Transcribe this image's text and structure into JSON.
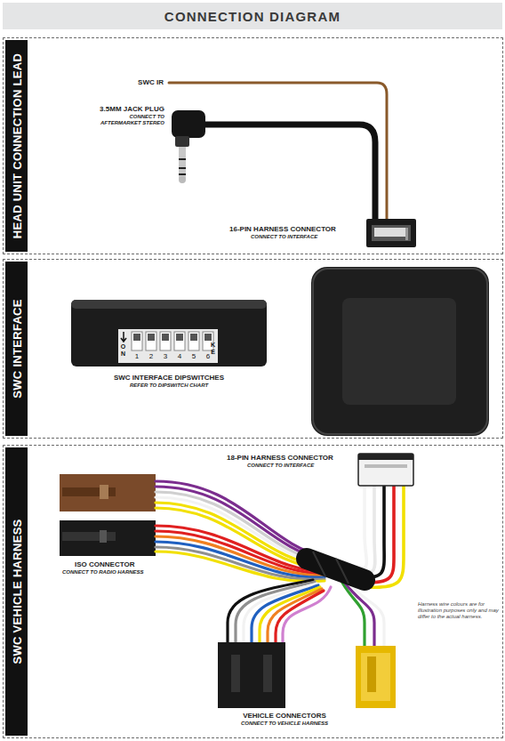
{
  "diagram": {
    "title": "CONNECTION DIAGRAM",
    "nodes": [
      {
        "text": [
          "HEAD UNIT CONNECTION LEAD"
        ]
      },
      {
        "text": [
          "SWC INTERFACE"
        ]
      },
      {
        "text": [
          "SWC VEHICLE HARNESS"
        ]
      }
    ],
    "labels": [
      "SWC IR",
      "3.5MM JACK PLUG",
      "CONNECT TO AFTERMARKET STEREO",
      "16-PIN HARNESS CONNECTOR",
      "CONNECT TO INTERFACE",
      "ON",
      "1",
      "2",
      "3",
      "4",
      "5",
      "6",
      "KE",
      "SWC INTERFACE DIPSWITCHES",
      "REFER TO DIPSWITCH CHART",
      "18-PIN HARNESS CONNECTOR",
      "CONNECT TO INTERFACE",
      "ISO CONNECTOR",
      "CONNECT TO RADIO HARNESS",
      "Harness wire colours are for illustration purposes only and may differ to the actual harness.",
      "VEHICLE CONNECTORS",
      "CONNECT TO VEHICLE HARNESS"
    ]
  }
}
